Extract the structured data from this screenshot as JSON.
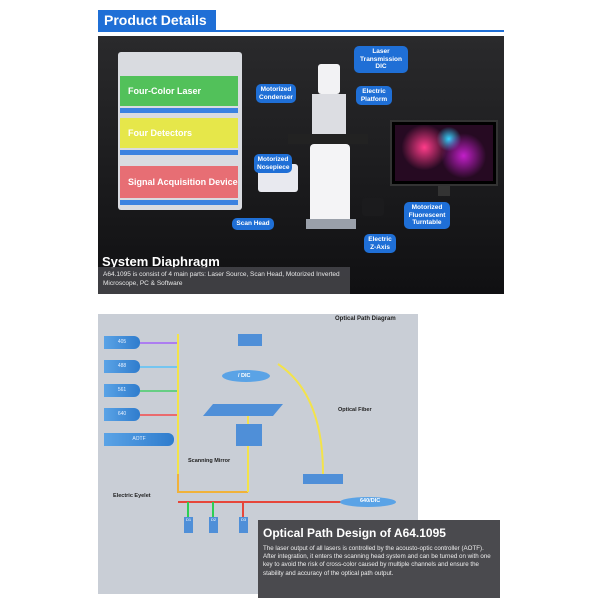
{
  "header": {
    "title": "Product Details"
  },
  "system": {
    "bands": {
      "laser": "Four-Color Laser",
      "detectors": "Four Detectors",
      "signal": "Signal Acquisition Device"
    },
    "callouts": {
      "laser_dic": "Laser Transmission DIC",
      "condenser": "Motorized Condenser",
      "platform": "Electric Platform",
      "nosepiece": "Motorized Nosepiece",
      "scan_head": "Scan Head",
      "turntable": "Motorized Fluorescent Turntable",
      "z_axis": "Electric Z-Axis"
    },
    "title": "System Diaphragm",
    "description": "A64.1095 is consist of 4 main parts: Laser Source, Scan Head, Motorized Inverted Microscope, PC & Software"
  },
  "optical": {
    "diagram_title": "Optical Path Diagram",
    "lasers": [
      "405",
      "488",
      "561",
      "640"
    ],
    "aotf": "AOTF",
    "dic_label": "/ DIC",
    "fiber": "Optical Fiber",
    "scanning_mirror": "Scanning Mirror",
    "eyelet": "Electric Eyelet",
    "output": "640/DIC",
    "detectors": [
      "D1",
      "D2",
      "D3"
    ],
    "heading": "Optical Path Design of A64.1095",
    "description": "The laser output of all lasers is controlled by the acousto-optic controller (AOTF). After integration, it enters the scanning head system and can be turned on with one key to avoid the risk of cross-color caused by multiple channels and ensure the stability and accuracy of the optical path output."
  }
}
